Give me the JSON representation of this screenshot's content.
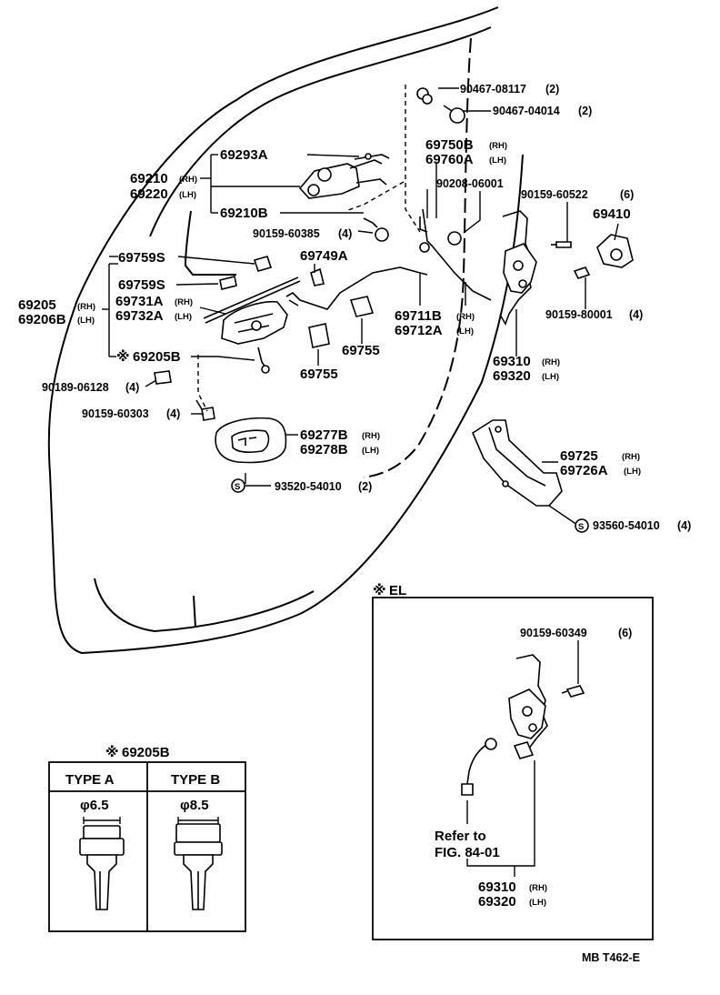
{
  "parts": {
    "p90467_08117": "90467-08117",
    "p90467_08117_q": "(2)",
    "p90467_04014": "90467-04014",
    "p90467_04014_q": "(2)",
    "p69750B": "69750B",
    "p69760A": "69760A",
    "p69293A": "69293A",
    "p69210": "69210",
    "p69220": "69220",
    "p69210B": "69210B",
    "p90208_06001": "90208-06001",
    "p90159_60522": "90159-60522",
    "p90159_60522_q": "(6)",
    "p69410": "69410",
    "p90159_60385": "90159-60385",
    "p90159_60385_q": "(4)",
    "p69759S_a": "69759S",
    "p69749A": "69749A",
    "p69759S_b": "69759S",
    "p69205": "69205",
    "p69206B": "69206B",
    "p69731A": "69731A",
    "p69732A": "69732A",
    "p69711B": "69711B",
    "p69712A": "69712A",
    "p90159_80001": "90159-80001",
    "p90159_80001_q": "(4)",
    "p69205B_mark": "※",
    "p69205B": "69205B",
    "p69755_a": "69755",
    "p69755_b": "69755",
    "p69310": "69310",
    "p69320": "69320",
    "p90189_06128": "90189-06128",
    "p90189_06128_q": "(4)",
    "p90159_60303": "90159-60303",
    "p90159_60303_q": "(4)",
    "p69277B": "69277B",
    "p69278B": "69278B",
    "p93520_54010": "93520-54010",
    "p93520_54010_q": "(2)",
    "p69725": "69725",
    "p69726A": "69726A",
    "p93560_54010": "93560-54010",
    "p93560_54010_q": "(4)",
    "s_mark": "S"
  },
  "tags": {
    "rh": "(RH)",
    "lh": "(LH)"
  },
  "el_box": {
    "mark": "※",
    "title": "EL",
    "p90159_60349": "90159-60349",
    "p90159_60349_q": "(6)",
    "refer_line1": "Refer to",
    "refer_line2": "FIG. 84-01",
    "p69310": "69310",
    "p69320": "69320"
  },
  "type_table": {
    "mark": "※",
    "title": "69205B",
    "col_a": "TYPE A",
    "col_b": "TYPE B",
    "dia_a": "φ6.5",
    "dia_b": "φ8.5"
  },
  "figure_code": "MB T462-E"
}
